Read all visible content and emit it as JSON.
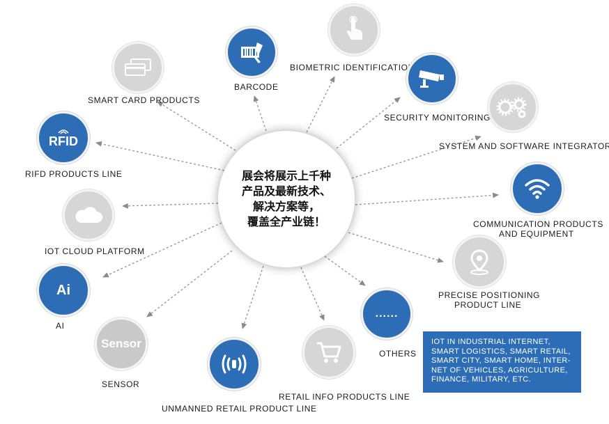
{
  "center": {
    "text": "展会将展示上千种\n产品及最新技术、\n解决方案等，\n覆盖全产业链！"
  },
  "nodes": [
    {
      "id": "barcode",
      "label": "BARCODE",
      "icon": "barcode-scanner-icon"
    },
    {
      "id": "biometric",
      "label": "BIOMETRIC IDENTIFICATION",
      "icon": "fingerprint-touch-icon"
    },
    {
      "id": "security",
      "label": "SECURITY MONITORING",
      "icon": "cctv-camera-icon"
    },
    {
      "id": "system",
      "label": "SYSTEM AND SOFTWARE INTEGRATOR",
      "icon": "gears-icon"
    },
    {
      "id": "communication",
      "label_lines": [
        "COMMUNICATION PRODUCTS",
        "AND EQUIPMENT"
      ],
      "icon": "wifi-icon"
    },
    {
      "id": "positioning",
      "label_lines": [
        "PRECISE POSITIONING",
        "PRODUCT LINE"
      ],
      "icon": "location-pin-icon"
    },
    {
      "id": "others",
      "label": "OTHERS",
      "icon_text": "......"
    },
    {
      "id": "retail-info",
      "label": "RETAIL INFO PRODUCTS LINE",
      "icon": "shopping-cart-icon"
    },
    {
      "id": "unmanned",
      "label": "UNMANNED RETAIL PRODUCT LINE",
      "icon": "contactless-icon"
    },
    {
      "id": "sensor",
      "label": "SENSOR",
      "icon_text": "Sensor"
    },
    {
      "id": "ai",
      "label": "AI",
      "icon_text": "Ai"
    },
    {
      "id": "iot-cloud",
      "label": "IOT CLOUD PLATFORM",
      "icon": "cloud-icon"
    },
    {
      "id": "rfid",
      "label": "RIFD PRODUCTS LINE",
      "icon_text": "RFID"
    },
    {
      "id": "smart-card",
      "label": "SMART CARD PRODUCTS",
      "icon": "cards-icon"
    }
  ],
  "info_box": {
    "text": "IOT IN INDUSTRIAL INTERNET,\nSMART LOGISTICS, SMART RETAIL,\nSMART CITY, SMART HOME, INTER-\nNET OF VEHICLES, AGRICULTURE,\nFINANCE, MILITARY, ETC."
  },
  "colors": {
    "blue": "#2c6db6",
    "gray": "#d6d6d6",
    "arrow": "#9a9a9a"
  }
}
